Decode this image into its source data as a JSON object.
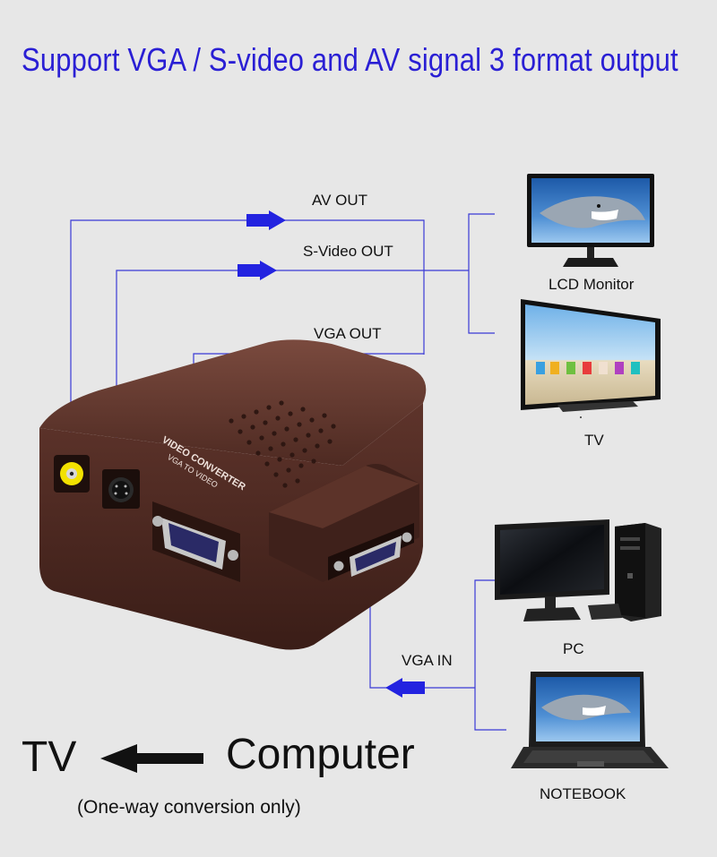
{
  "title": "Support VGA / S-video and AV signal 3 format output",
  "outputs": {
    "av_out": "AV OUT",
    "svideo_out": "S-Video OUT",
    "vga_out": "VGA OUT"
  },
  "inputs": {
    "vga_in": "VGA IN"
  },
  "devices": {
    "lcd_monitor": "LCD Monitor",
    "tv": "TV",
    "pc": "PC",
    "notebook": "NOTEBOOK"
  },
  "converter": {
    "line1": "VIDEO CONVERTER",
    "line2": "VGA TO VIDEO"
  },
  "footer": {
    "target": "TV",
    "source": "Computer",
    "note": "(One-way conversion only)"
  },
  "colors": {
    "title": "#2a1fd4",
    "line": "#3a3ad6",
    "arrow": "#2323e0",
    "device_body": "#5b3229"
  }
}
